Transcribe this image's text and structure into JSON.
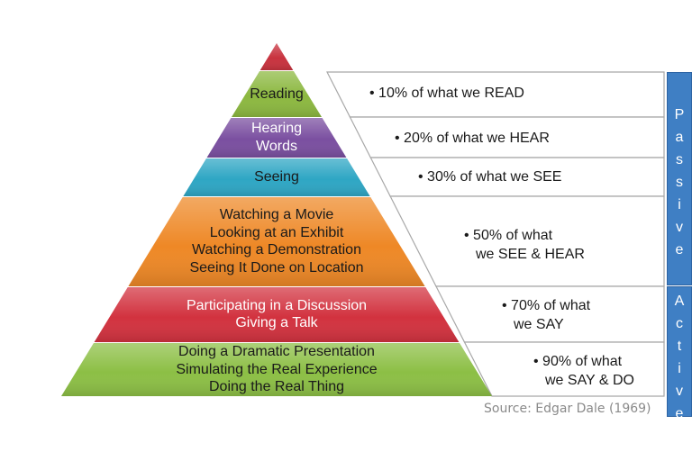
{
  "pyramid": {
    "tiers": [
      {
        "lines": [],
        "color": "#c8323e"
      },
      {
        "lines": [
          "Reading"
        ],
        "color": "#8cb840"
      },
      {
        "lines": [
          "Hearing",
          "Words"
        ],
        "color": "#7a4fa0"
      },
      {
        "lines": [
          "Seeing"
        ],
        "color": "#2ea6c4"
      },
      {
        "lines": [
          "Watching a Movie",
          "Looking at an Exhibit",
          "Watching a Demonstration",
          "Seeing It Done on Location"
        ],
        "color": "#ee8826"
      },
      {
        "lines": [
          "Participating in a Discussion",
          "Giving a Talk"
        ],
        "color": "#d2323f"
      },
      {
        "lines": [
          "Doing a Dramatic Presentation",
          "Simulating the Real Experience",
          "Doing the Real Thing"
        ],
        "color": "#8cbf45"
      }
    ]
  },
  "retention": {
    "rows": [
      {
        "lines": [
          "• 10% of what we READ"
        ]
      },
      {
        "lines": [
          "• 20% of what we HEAR"
        ]
      },
      {
        "lines": [
          "• 30% of what we SEE"
        ]
      },
      {
        "lines": [
          "• 50% of what",
          "we SEE & HEAR"
        ]
      },
      {
        "lines": [
          "• 70% of what",
          "we SAY"
        ]
      },
      {
        "lines": [
          "• 90% of what",
          "we SAY & DO"
        ]
      }
    ]
  },
  "side_labels": {
    "passive": "Passive",
    "active": "Active",
    "color": "#3f7fc4"
  },
  "source": "Source: Edgar Dale (1969)"
}
